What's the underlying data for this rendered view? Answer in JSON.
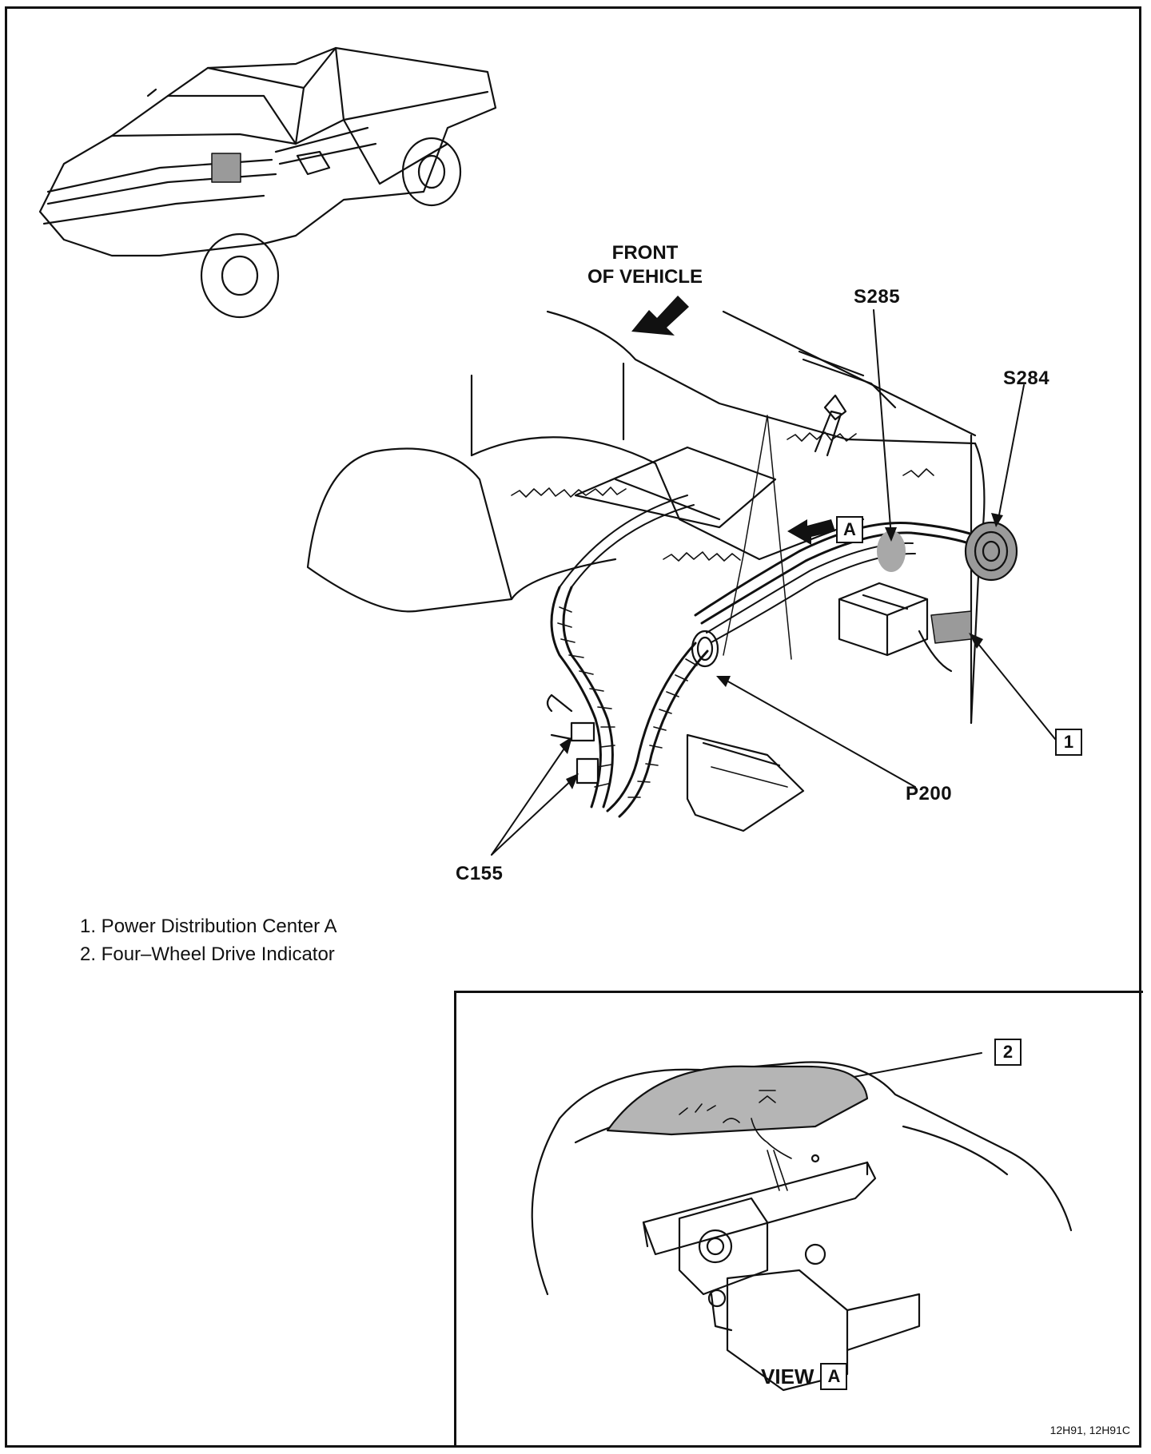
{
  "diagram": {
    "front_label_line1": "FRONT",
    "front_label_line2": "OF VEHICLE",
    "callouts": {
      "s285": "S285",
      "s284": "S284",
      "p200": "P200",
      "c155": "C155",
      "item1": "1",
      "item2": "2",
      "view_tag": "A"
    },
    "legend": [
      "1.  Power Distribution Center A",
      "2.  Four–Wheel Drive Indicator"
    ],
    "view_label": "VIEW",
    "view_box": "A",
    "reference": "12H91, 12H91C"
  }
}
